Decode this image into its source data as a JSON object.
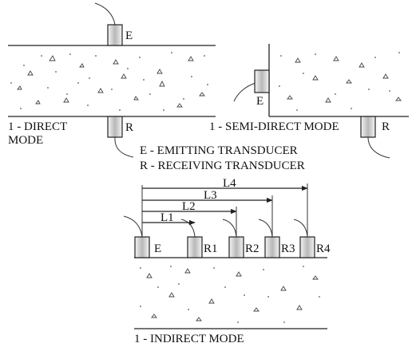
{
  "labels": {
    "direct_mode_line1": "1 - DIRECT",
    "direct_mode_line2": "MODE",
    "semi_direct_mode": "1 - SEMI-DIRECT MODE",
    "indirect_mode": "1 - INDIRECT MODE",
    "legend_emitting": "E - EMITTING TRANSDUCER",
    "legend_receiving": "R - RECEIVING TRANSDUCER"
  },
  "transducers": {
    "direct_emitter": "E",
    "direct_receiver": "R",
    "semi_emitter": "E",
    "semi_receiver": "R",
    "indirect_emitter": "E",
    "indirect_receivers": [
      "R1",
      "R2",
      "R3",
      "R4"
    ]
  },
  "distances": [
    "L1",
    "L2",
    "L3",
    "L4"
  ]
}
